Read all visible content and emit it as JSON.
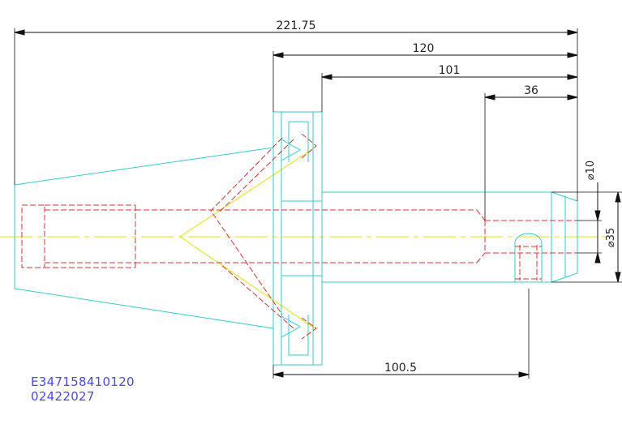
{
  "drawing": {
    "dimensions": {
      "overall_length": "221.75",
      "flange_to_end": "120",
      "body_length": "101",
      "bore_depth": "36",
      "flange_to_crosshole": "100.5",
      "bore_diameter": "⌀10",
      "outer_diameter": "⌀35"
    },
    "part_code_line1": "E347158410120",
    "part_code_line2": "02422027",
    "colors": {
      "outline": "#33cccc",
      "hidden": "#e03030",
      "centerline": "#e6e600",
      "dimension": "#111111",
      "part_code": "#4a4ae0"
    }
  }
}
